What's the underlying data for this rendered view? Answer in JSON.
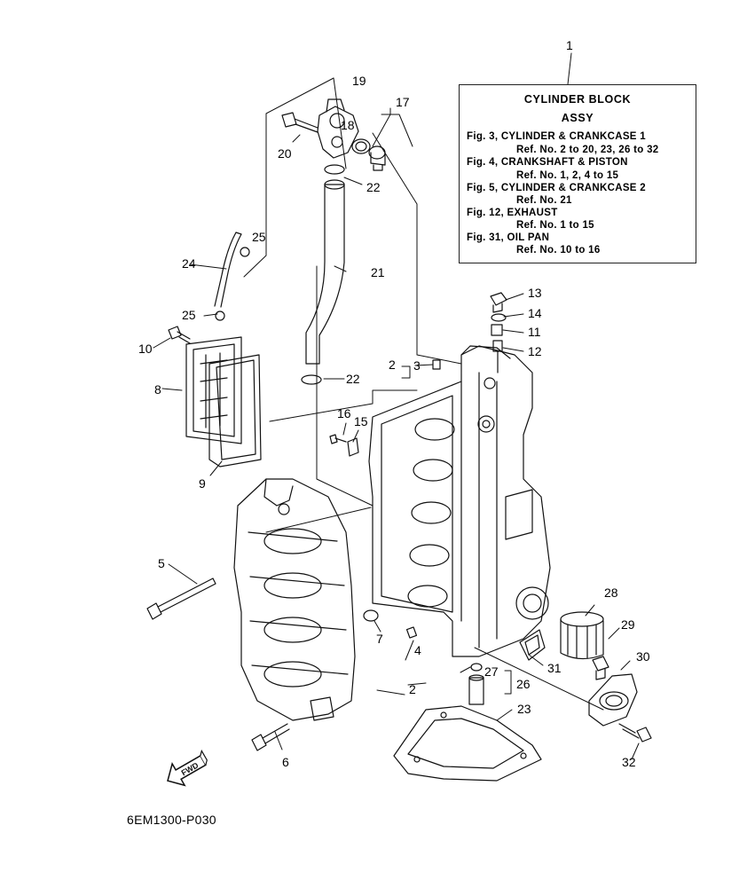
{
  "legend": {
    "title_1": "CYLINDER  BLOCK",
    "title_2": "ASSY",
    "lines": [
      "Fig. 3, CYLINDER & CRANKCASE 1",
      "Ref. No. 2 to 20, 23, 26 to 32",
      "Fig. 4, CRANKSHAFT & PISTON",
      "Ref. No. 1, 2, 4 to 15",
      "Fig. 5, CYLINDER & CRANKCASE 2",
      "Ref. No. 21",
      "Fig. 12, EXHAUST",
      "Ref. No. 1 to 15",
      "Fig. 31, OIL PAN",
      "Ref. No. 10 to 16"
    ]
  },
  "callouts": {
    "c1": "1",
    "c2a": "2",
    "c2b": "2",
    "c3": "3",
    "c4": "4",
    "c5": "5",
    "c6": "6",
    "c7": "7",
    "c8": "8",
    "c9": "9",
    "c10": "10",
    "c11": "11",
    "c12": "12",
    "c13": "13",
    "c14": "14",
    "c15": "15",
    "c16": "16",
    "c17": "17",
    "c18": "18",
    "c19": "19",
    "c20": "20",
    "c21": "21",
    "c22a": "22",
    "c22b": "22",
    "c23": "23",
    "c24": "24",
    "c25a": "25",
    "c25b": "25",
    "c26": "26",
    "c27": "27",
    "c28": "28",
    "c29": "29",
    "c30": "30",
    "c31": "31",
    "c32": "32"
  },
  "fwd_label": "FWD",
  "drawing_code": "6EM1300-P030"
}
